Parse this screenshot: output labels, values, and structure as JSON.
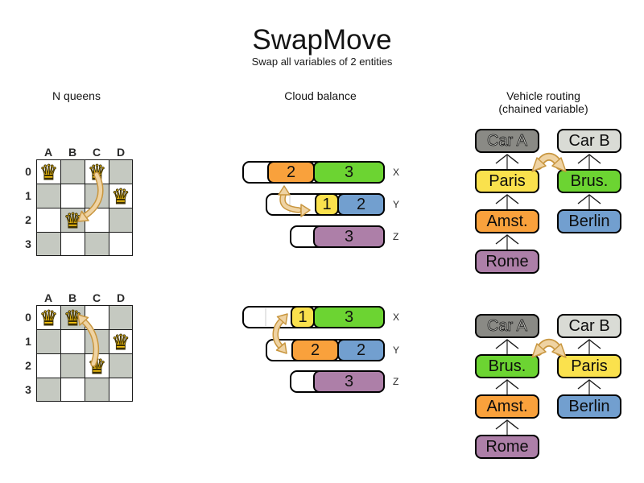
{
  "title": "SwapMove",
  "subtitle": "Swap all variables of 2 entities",
  "headings": {
    "nqueens": "N queens",
    "cloud": "Cloud balance",
    "vehicle_line1": "Vehicle routing",
    "vehicle_line2": "(chained variable)"
  },
  "icons": {
    "queen": "♛",
    "swap_arrow": "curved-double-arrow",
    "chain_arrow": "up-chevron-arrow"
  },
  "colors": {
    "orange": "#F9A13C",
    "green": "#6CD432",
    "yellow": "#FAE14D",
    "blue": "#729FCF",
    "purple": "#AD7FA8",
    "car_a_gray": "#8A8A85",
    "car_b_gray": "#D9DBD5",
    "board_gray": "#C5C9C1",
    "arrow_fill": "#EFD3A3",
    "arrow_stroke": "#C8963F",
    "queen_gold": "#F5C211"
  },
  "nqueens": {
    "columns": [
      "A",
      "B",
      "C",
      "D"
    ],
    "rows": [
      "0",
      "1",
      "2",
      "3"
    ],
    "before": {
      "queens": [
        "A0",
        "C0",
        "D1",
        "B2"
      ]
    },
    "after": {
      "queens": [
        "A0",
        "B0",
        "D1",
        "C2"
      ]
    }
  },
  "cloud": {
    "before": [
      {
        "label": "X",
        "capacity": 6,
        "segments": [
          {
            "value": "2",
            "color": "orange"
          },
          {
            "value": "3",
            "color": "green"
          }
        ]
      },
      {
        "label": "Y",
        "capacity": 5,
        "segments": [
          {
            "value": "1",
            "color": "yellow"
          },
          {
            "value": "2",
            "color": "blue"
          }
        ]
      },
      {
        "label": "Z",
        "capacity": 4,
        "segments": [
          {
            "value": "3",
            "color": "purple"
          }
        ]
      }
    ],
    "after": [
      {
        "label": "X",
        "capacity": 6,
        "segments": [
          {
            "value": "1",
            "color": "yellow"
          },
          {
            "value": "3",
            "color": "green"
          }
        ]
      },
      {
        "label": "Y",
        "capacity": 5,
        "segments": [
          {
            "value": "2",
            "color": "orange"
          },
          {
            "value": "2",
            "color": "blue"
          }
        ]
      },
      {
        "label": "Z",
        "capacity": 4,
        "segments": [
          {
            "value": "3",
            "color": "purple"
          }
        ]
      }
    ]
  },
  "vehicle": {
    "before": {
      "chains": [
        {
          "car": {
            "label": "Car A",
            "color": "car_a_gray",
            "text": "light"
          },
          "stops": [
            {
              "label": "Paris",
              "color": "yellow"
            },
            {
              "label": "Amst.",
              "color": "orange"
            },
            {
              "label": "Rome",
              "color": "purple"
            }
          ]
        },
        {
          "car": {
            "label": "Car B",
            "color": "car_b_gray",
            "text": "dark"
          },
          "stops": [
            {
              "label": "Brus.",
              "color": "green"
            },
            {
              "label": "Berlin",
              "color": "blue"
            }
          ]
        }
      ]
    },
    "after": {
      "chains": [
        {
          "car": {
            "label": "Car A",
            "color": "car_a_gray",
            "text": "light"
          },
          "stops": [
            {
              "label": "Brus.",
              "color": "green"
            },
            {
              "label": "Amst.",
              "color": "orange"
            },
            {
              "label": "Rome",
              "color": "purple"
            }
          ]
        },
        {
          "car": {
            "label": "Car B",
            "color": "car_b_gray",
            "text": "dark"
          },
          "stops": [
            {
              "label": "Paris",
              "color": "yellow"
            },
            {
              "label": "Berlin",
              "color": "blue"
            }
          ]
        }
      ]
    }
  }
}
